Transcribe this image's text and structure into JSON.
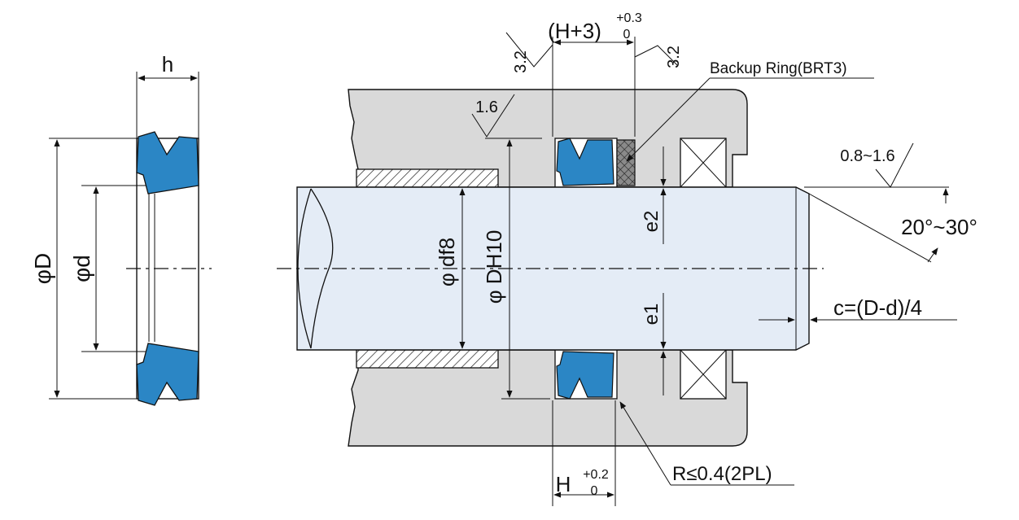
{
  "colors": {
    "seal": "#2b86c5",
    "housing": "#d9d9d9",
    "shaft": "#e4ecf6",
    "outline": "#111111",
    "background": "#ffffff"
  },
  "left_view": {
    "h": "h",
    "phi_D": "φD",
    "phi_d": "φd"
  },
  "section": {
    "groove_width_label": "(H+3)",
    "groove_width_tol_upper": "+0.3",
    "groove_width_tol_lower": "0",
    "roughness_left": "3.2",
    "roughness_right": "3.2",
    "roughness_bore": "1.6",
    "roughness_shaft": "0.8~1.6",
    "backup_ring": "Backup Ring(BRT3)",
    "phi_df8": "φ df8",
    "phi_DH10": "φ DH10",
    "e2": "e2",
    "e1": "e1",
    "chamfer_angle": "20°~30°",
    "chamfer_length": "c=(D-d)/4",
    "height_label": "H",
    "height_tol_upper": "+0.2",
    "height_tol_lower": "0",
    "radius_note": "R≤0.4(2PL)"
  }
}
